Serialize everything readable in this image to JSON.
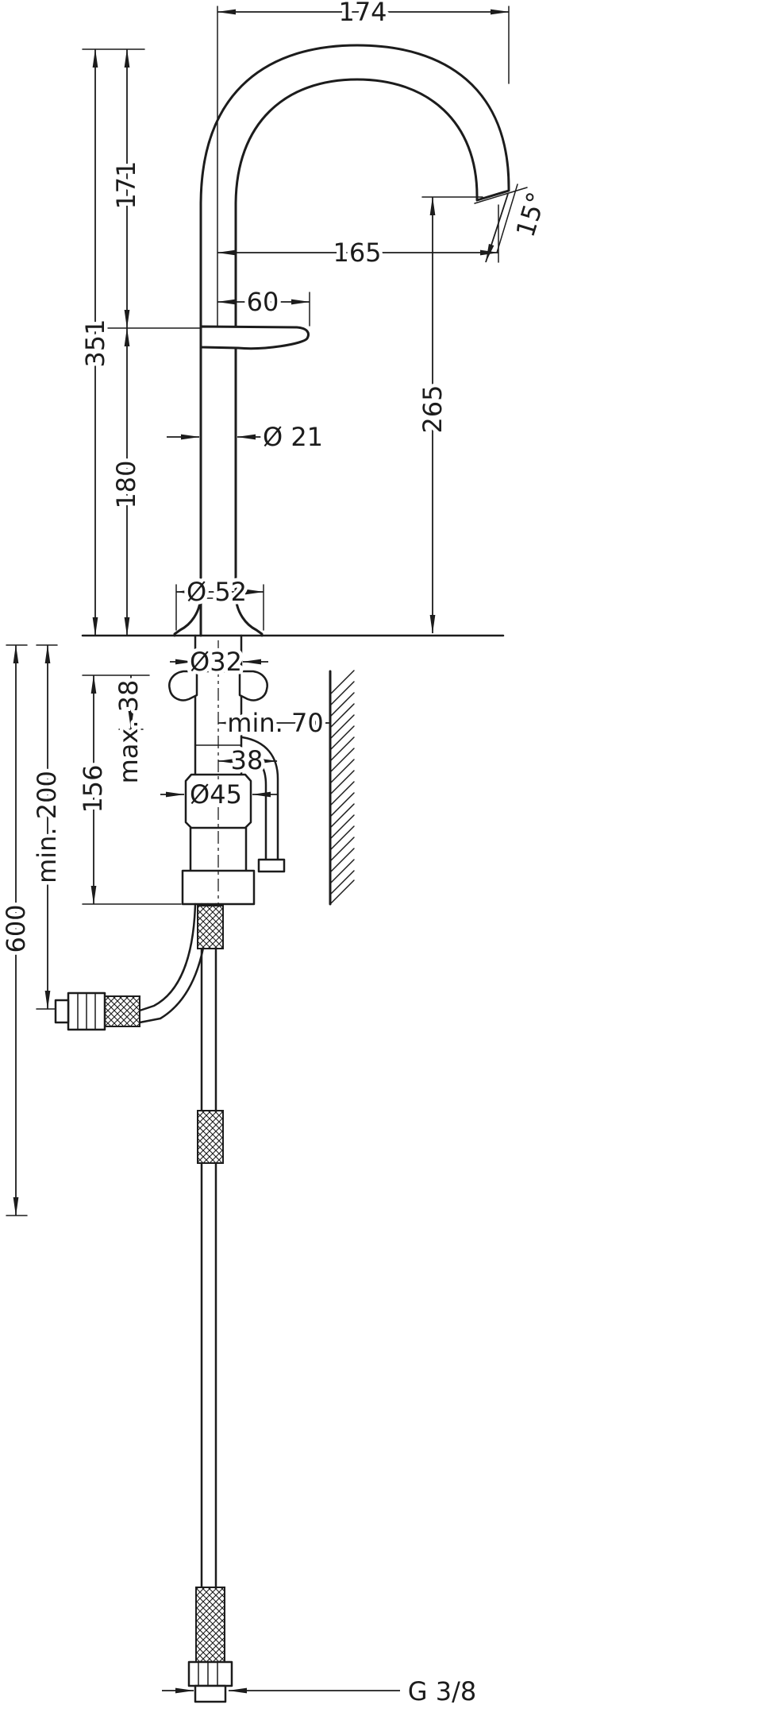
{
  "drawing": {
    "line_color": "#1c1c1c",
    "background_color": "#ffffff",
    "dimensions": {
      "spout_width": "174",
      "upper_height": "171",
      "total_height": "351",
      "lower_height": "180",
      "spout_reach": "165",
      "handle_length": "60",
      "spout_angle": "15°",
      "outlet_height": "265",
      "column_diameter": "Ø 21",
      "base_diameter": "Ø 52",
      "shank_diameter": "Ø32",
      "deck_thickness": "max. 38",
      "wall_clearance": "min. 70",
      "side_offset": "38",
      "body_diameter": "Ø45",
      "underdeck_height": "156",
      "hose_clearance": "min. 200",
      "hose_length": "600",
      "connection_thread": "G 3/8"
    }
  }
}
